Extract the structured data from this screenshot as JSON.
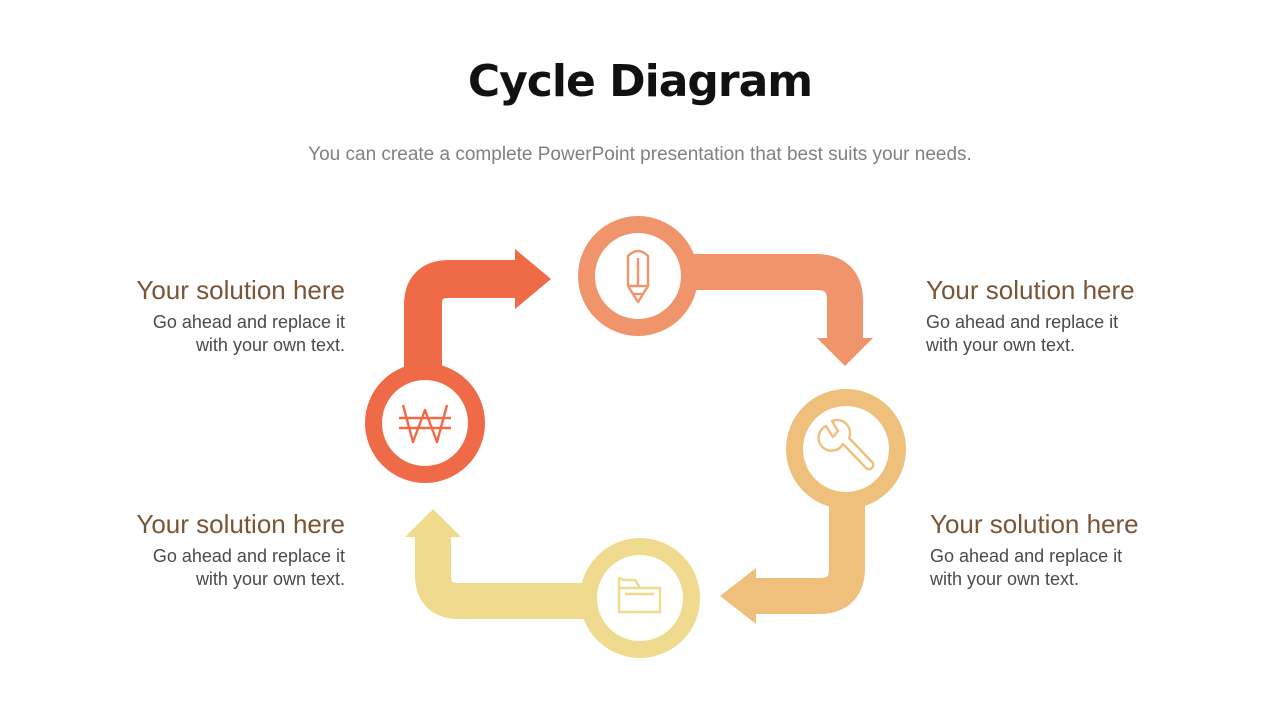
{
  "title": "Cycle Diagram",
  "subtitle": "You can create a complete PowerPoint presentation that best suits your needs.",
  "colors": {
    "step1": "#EF6A47",
    "step2": "#F0956B",
    "step3": "#EEC07C",
    "step4": "#F0DA8E"
  },
  "nodes": [
    {
      "icon": "won-sign-icon",
      "color": "#EF6A47"
    },
    {
      "icon": "pencil-icon",
      "color": "#F0956B"
    },
    {
      "icon": "wrench-icon",
      "color": "#EEC07C"
    },
    {
      "icon": "folder-icon",
      "color": "#F0DA8E"
    }
  ],
  "blocks": {
    "top_left": {
      "heading": "Your solution here",
      "body_line1": "Go ahead and replace it",
      "body_line2": "with your own text."
    },
    "top_right": {
      "heading": "Your solution here",
      "body_line1": "Go ahead and replace it",
      "body_line2": "with your own text."
    },
    "bottom_left": {
      "heading": "Your solution here",
      "body_line1": "Go ahead and replace it",
      "body_line2": "with your own text."
    },
    "bottom_right": {
      "heading": "Your solution here",
      "body_line1": "Go ahead and replace it",
      "body_line2": "with your own text."
    }
  }
}
